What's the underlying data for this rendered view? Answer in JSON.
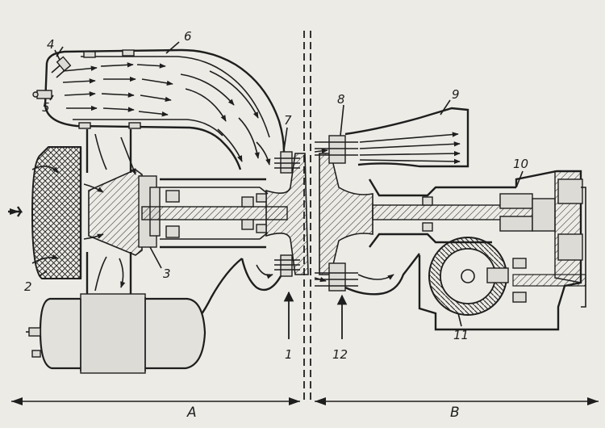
{
  "labels": {
    "l1": "1",
    "l2": "2",
    "l3": "3",
    "l4": "4",
    "l5": "5",
    "l6": "6",
    "l7": "7",
    "l8": "8",
    "l9": "9",
    "l10": "10",
    "l11": "11",
    "l12": "12"
  },
  "sections": {
    "a": "A",
    "b": "B"
  }
}
